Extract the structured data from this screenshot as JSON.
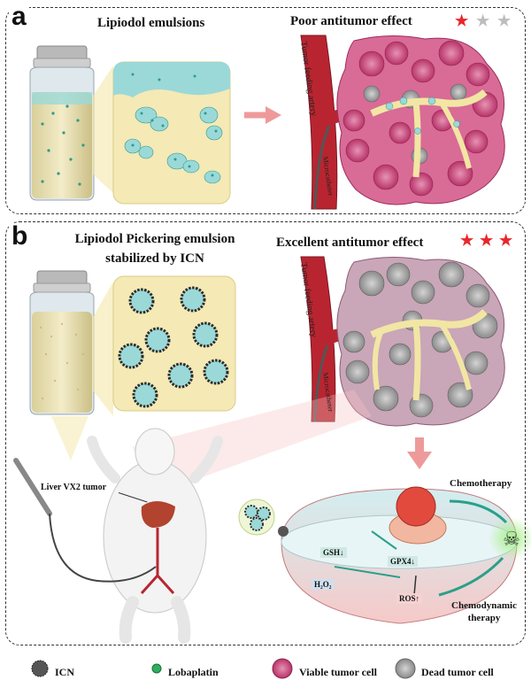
{
  "panel_a": {
    "label": "a",
    "left_title": "Lipiodol emulsions",
    "right_title": "Poor antitumor effect",
    "artery_label": "Tumor feeding artery",
    "catheter_label": "Microcatheter"
  },
  "panel_b": {
    "label": "b",
    "left_title_line1": "Lipiodol Pickering emulsion",
    "left_title_line2": "stabilized by ICN",
    "right_title": "Excellent antitumor effect",
    "artery_label": "Tumor feeding artery",
    "catheter_label": "Microcatheter",
    "tumor_label": "Liver VX2 tumor",
    "cell": {
      "gsh": "GSH",
      "gpx4": "GPX4",
      "h2o2": "H₂O₂",
      "ros": "ROS",
      "chemotherapy": "Chemotherapy",
      "chemodynamic_line1": "Chemodynamic",
      "chemodynamic_line2": "therapy"
    }
  },
  "legend": {
    "icn": "ICN",
    "lobaplatin": "Lobaplatin",
    "viable": "Viable tumor cell",
    "dead": "Dead tumor cell"
  },
  "colors": {
    "star_red": "#e8262b",
    "star_gray": "#bdbdbd",
    "tumor_pink": "#c9477a",
    "artery_red": "#b82530",
    "emulsion_teal": "#9ad9d8",
    "panel_yellow": "#f5e9b5"
  }
}
